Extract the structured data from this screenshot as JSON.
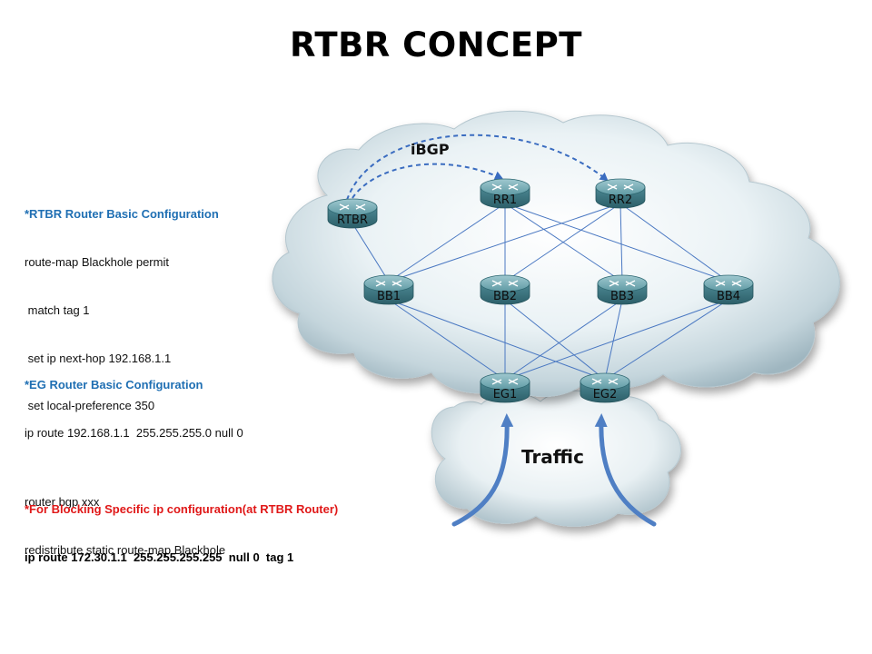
{
  "title": "RTBR CONCEPT",
  "rtbr_config": {
    "header": "*RTBR Router Basic Configuration",
    "lines": [
      "route-map Blackhole permit",
      " match tag 1",
      " set ip next-hop 192.168.1.1",
      " set local-preference 350",
      "",
      "router bgp xxx",
      "redistribute static route-map Blackhole"
    ]
  },
  "eg_config": {
    "header": "*EG Router Basic Configuration",
    "lines": [
      "ip route 192.168.1.1  255.255.255.0 null 0"
    ]
  },
  "block_config": {
    "header": "*For Blocking Specific ip configuration(at RTBR Router)",
    "lines": [
      "ip route 172.30.1.1  255.255.255.255  null 0  tag 1"
    ]
  },
  "diagram": {
    "ibgp_label": "iBGP",
    "traffic_label": "Traffic",
    "nodes": {
      "RTBR": "RTBR",
      "RR1": "RR1",
      "RR2": "RR2",
      "BB1": "BB1",
      "BB2": "BB2",
      "BB3": "BB3",
      "BB4": "BB4",
      "EG1": "EG1",
      "EG2": "EG2"
    }
  },
  "colors": {
    "header_blue": "#1f6fb3",
    "header_red": "#e01818",
    "link_blue": "#4a78c2",
    "ibgp_dash": "#3a6cc0",
    "traffic_arrow": "#4f7fc4",
    "router_body": "#3f7f8a"
  }
}
